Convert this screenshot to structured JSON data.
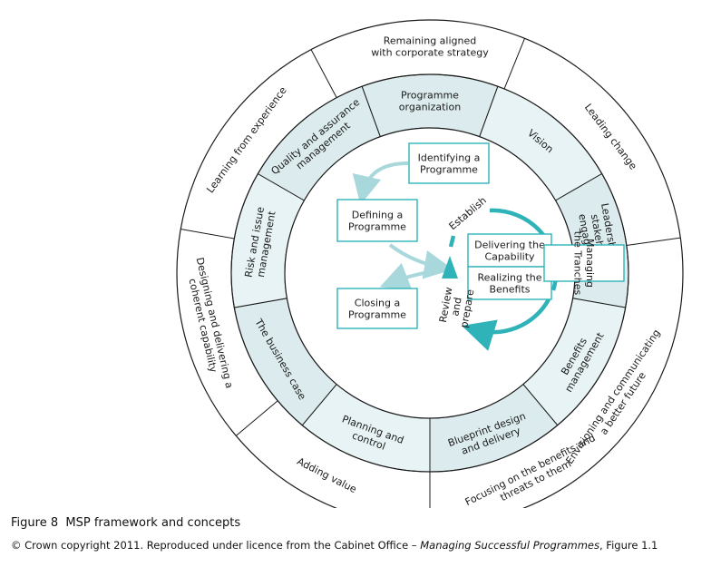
{
  "outer_ring": [
    {
      "lines": [
        "Remaining aligned",
        "with corporate strategy"
      ]
    },
    {
      "lines": [
        "Leading change"
      ]
    },
    {
      "lines": [
        "Envisioning and communicating",
        "a better future"
      ]
    },
    {
      "lines": [
        "Focusing on the benefits and",
        "threats to them"
      ]
    },
    {
      "lines": [
        "Adding value"
      ]
    },
    {
      "lines": [
        "Designing and delivering a",
        "coherent capability"
      ]
    },
    {
      "lines": [
        "Learning from experience"
      ]
    }
  ],
  "middle_ring": [
    {
      "lines": [
        "Programme",
        "organization"
      ]
    },
    {
      "lines": [
        "Vision"
      ]
    },
    {
      "lines": [
        "Leadership and",
        "stakeholder",
        "engagement"
      ]
    },
    {
      "lines": [
        "Benefits",
        "management"
      ]
    },
    {
      "lines": [
        "Blueprint design",
        "and delivery"
      ]
    },
    {
      "lines": [
        "Planning and",
        "control"
      ]
    },
    {
      "lines": [
        "The business case"
      ]
    },
    {
      "lines": [
        "Risk and issue",
        "management"
      ]
    },
    {
      "lines": [
        "Quality and assurance",
        "management"
      ]
    }
  ],
  "processes": {
    "identifying": [
      "Identifying a",
      "Programme"
    ],
    "defining": [
      "Defining a",
      "Programme"
    ],
    "closing": [
      "Closing a",
      "Programme"
    ],
    "delivering": [
      "Delivering the",
      "Capability"
    ],
    "realizing": [
      "Realizing the",
      "Benefits"
    ],
    "managing": [
      "Managing",
      "the Tranches"
    ],
    "establish": "Establish",
    "review": [
      "Review",
      "and",
      "prepare"
    ]
  },
  "colors": {
    "ring_fill": "#dcecee",
    "teal": "#2fb3b8",
    "light_arrow": "#a8d8dc",
    "stroke": "#1a1a1a"
  },
  "caption": {
    "figure": "Figure 8",
    "title": "MSP framework and concepts",
    "credit_prefix": "© Crown copyright 2011. Reproduced under licence from the Cabinet Office – ",
    "credit_title": "Managing Successful Programmes",
    "credit_suffix": ", Figure 1.1"
  }
}
